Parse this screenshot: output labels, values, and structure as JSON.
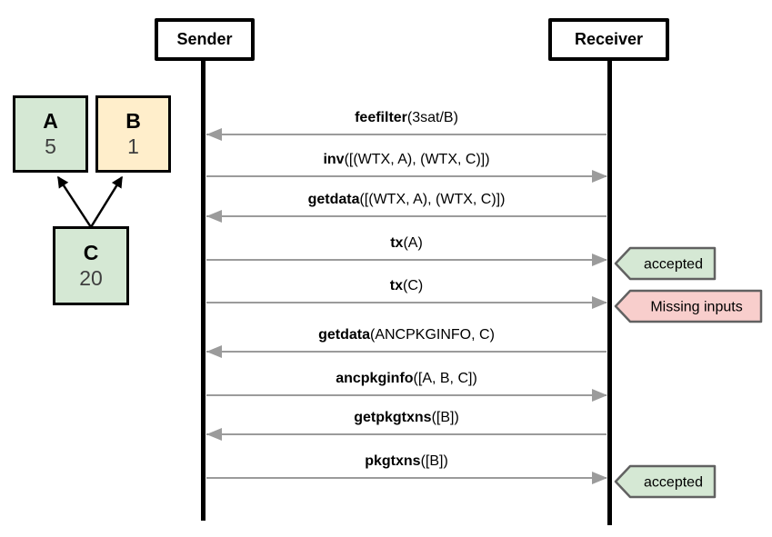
{
  "actors": {
    "sender": {
      "label": "Sender"
    },
    "receiver": {
      "label": "Receiver"
    }
  },
  "graph": {
    "nodes": [
      {
        "id": "A",
        "label": "A",
        "value": "5",
        "fill": "#d5e8d4"
      },
      {
        "id": "B",
        "label": "B",
        "value": "1",
        "fill": "#ffeecb"
      },
      {
        "id": "C",
        "label": "C",
        "value": "20",
        "fill": "#d5e8d4"
      }
    ],
    "edges": [
      {
        "from": "C",
        "to": "A"
      },
      {
        "from": "C",
        "to": "B"
      }
    ]
  },
  "messages": [
    {
      "name": "feefilter",
      "args": "(3sat/B)",
      "direction": "to-sender"
    },
    {
      "name": "inv",
      "args": "([(WTX, A), (WTX, C)])",
      "direction": "to-receiver"
    },
    {
      "name": "getdata",
      "args": "([(WTX, A), (WTX, C)])",
      "direction": "to-sender"
    },
    {
      "name": "tx",
      "args": "(A)",
      "direction": "to-receiver",
      "badge": {
        "label": "accepted",
        "fill": "#d5e8d4"
      }
    },
    {
      "name": "tx",
      "args": "(C)",
      "direction": "to-receiver",
      "badge": {
        "label": "Missing inputs",
        "fill": "#f8cecc"
      }
    },
    {
      "name": "getdata",
      "args": "(ANCPKGINFO, C)",
      "direction": "to-sender"
    },
    {
      "name": "ancpkginfo",
      "args": "([A, B, C])",
      "direction": "to-receiver"
    },
    {
      "name": "getpkgtxns",
      "args": "([B])",
      "direction": "to-sender"
    },
    {
      "name": "pkgtxns",
      "args": "([B])",
      "direction": "to-receiver",
      "badge": {
        "label": "accepted",
        "fill": "#d5e8d4"
      }
    }
  ],
  "colors": {
    "arrow_gray": "#9b9b9b",
    "lifeline_black": "#000000",
    "badge_border": "#616161",
    "badge_green": "#d5e8d4",
    "badge_pink": "#f8cecc",
    "node_green": "#d5e8d4",
    "node_yellow": "#ffeecb",
    "edge_black": "#000000"
  }
}
